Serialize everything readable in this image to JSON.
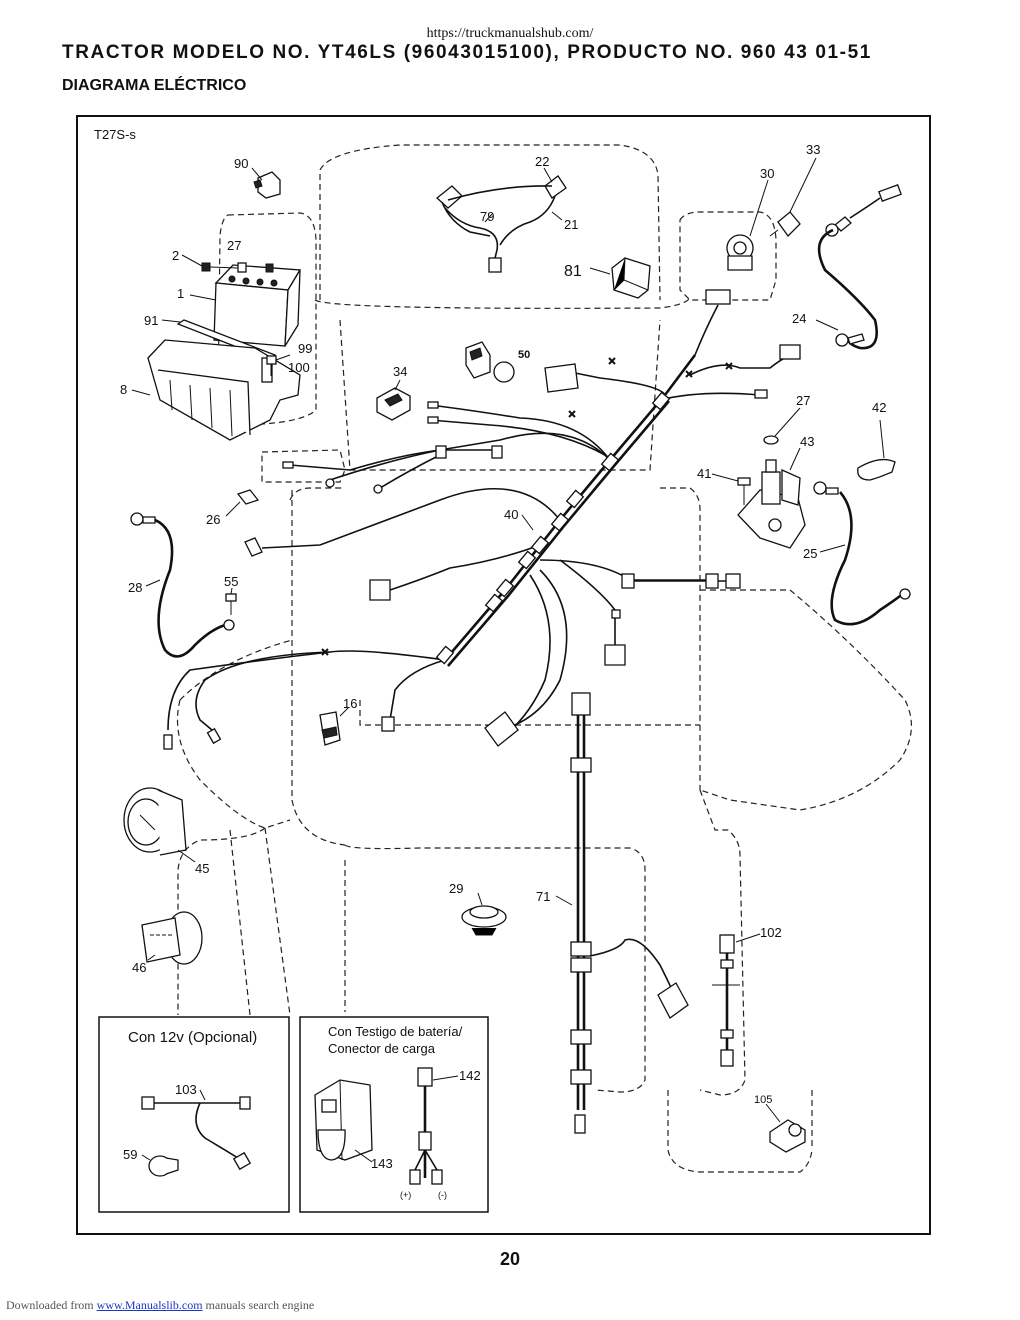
{
  "header": {
    "url": "https://truckmanualshub.com/",
    "title": "TRACTOR MODELO NO. YT46LS (96043015100), PRODUCTO NO. 960 43 01-51",
    "subtitle": "DIAGRAMA ELÉCTRICO"
  },
  "diagram": {
    "code": "T27S-s",
    "labels": {
      "p90": "90",
      "p27a": "27",
      "p2": "2",
      "p1": "1",
      "p91": "91",
      "p99": "99",
      "p100": "100",
      "p8": "8",
      "p22": "22",
      "p79": "79",
      "p21": "21",
      "p81": "81",
      "p30": "30",
      "p33": "33",
      "p24": "24",
      "p34": "34",
      "p50": "50",
      "p27b": "27",
      "p42": "42",
      "p43": "43",
      "p41": "41",
      "p26": "26",
      "p40": "40",
      "p25": "25",
      "p28": "28",
      "p55": "55",
      "p16": "16",
      "p45": "45",
      "p29": "29",
      "p71": "71",
      "p102": "102",
      "p46": "46",
      "p103": "103",
      "p59": "59",
      "p142": "142",
      "p143": "143",
      "p105": "105",
      "plus": "(+)",
      "minus": "(-)"
    },
    "box_12v": {
      "title": "Con 12v (Opcional)"
    },
    "box_battery": {
      "line1": "Con Testigo de batería/",
      "line2": "Conector de carga"
    }
  },
  "page_number": "20",
  "footer": {
    "prefix": "Downloaded from ",
    "link": "www.Manualslib.com",
    "suffix": "  manuals search engine"
  }
}
